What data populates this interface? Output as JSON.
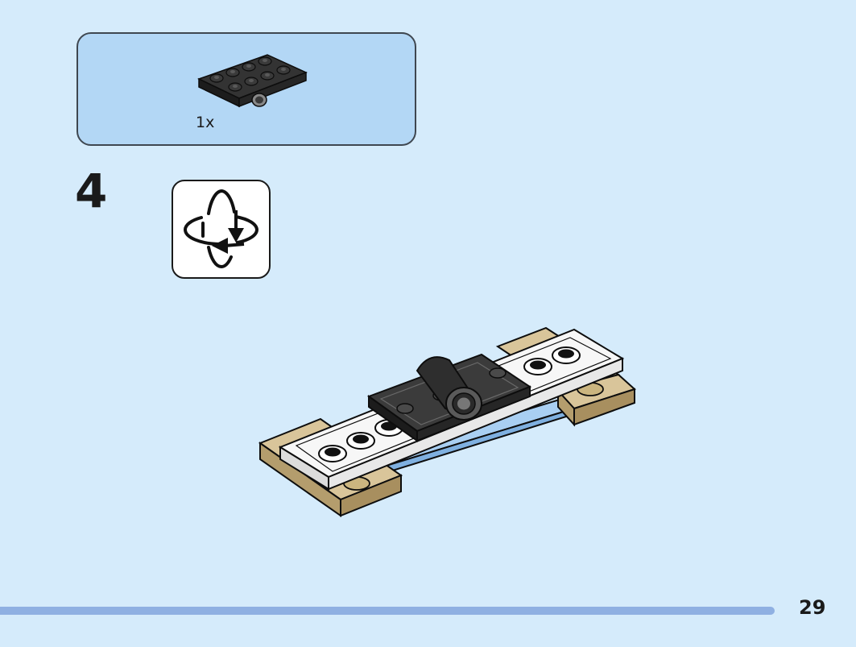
{
  "parts_list": {
    "items": [
      {
        "icon": "black-plate-2x4-with-pin-icon",
        "quantity": "1x"
      }
    ]
  },
  "step": {
    "number": "4",
    "rotate_icon": "rotate-model-icon"
  },
  "model_icon": "assembled-model-icon",
  "page": {
    "number": "29"
  },
  "colors": {
    "background": "#d5ebfb",
    "parts_box": "#b3d7f5",
    "bottom_bar": "#8fb0e2"
  }
}
